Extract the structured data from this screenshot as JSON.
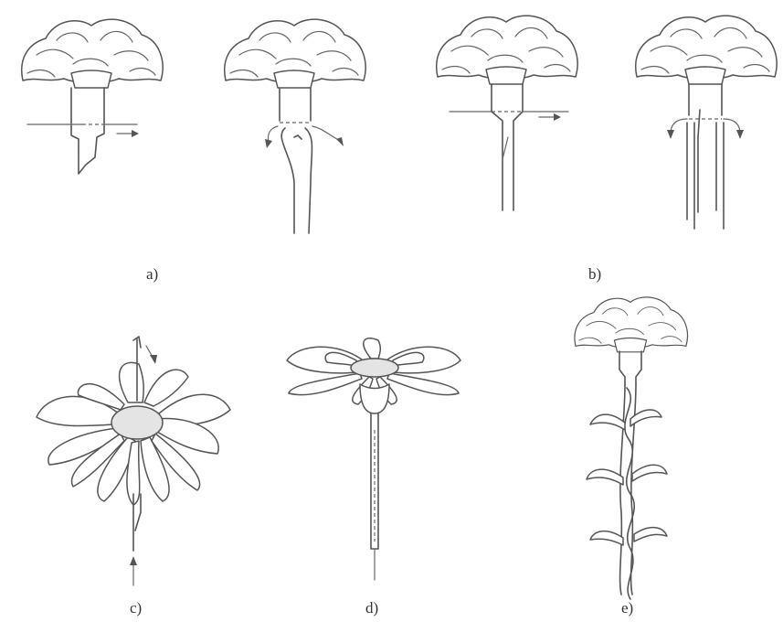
{
  "captions": {
    "a": "a)",
    "b": "b)",
    "c": "c)",
    "d": "d)",
    "e": "e)"
  },
  "colors": {
    "ink": "#555555",
    "background": "#ffffff",
    "center_fill": "#e4e4e4"
  }
}
